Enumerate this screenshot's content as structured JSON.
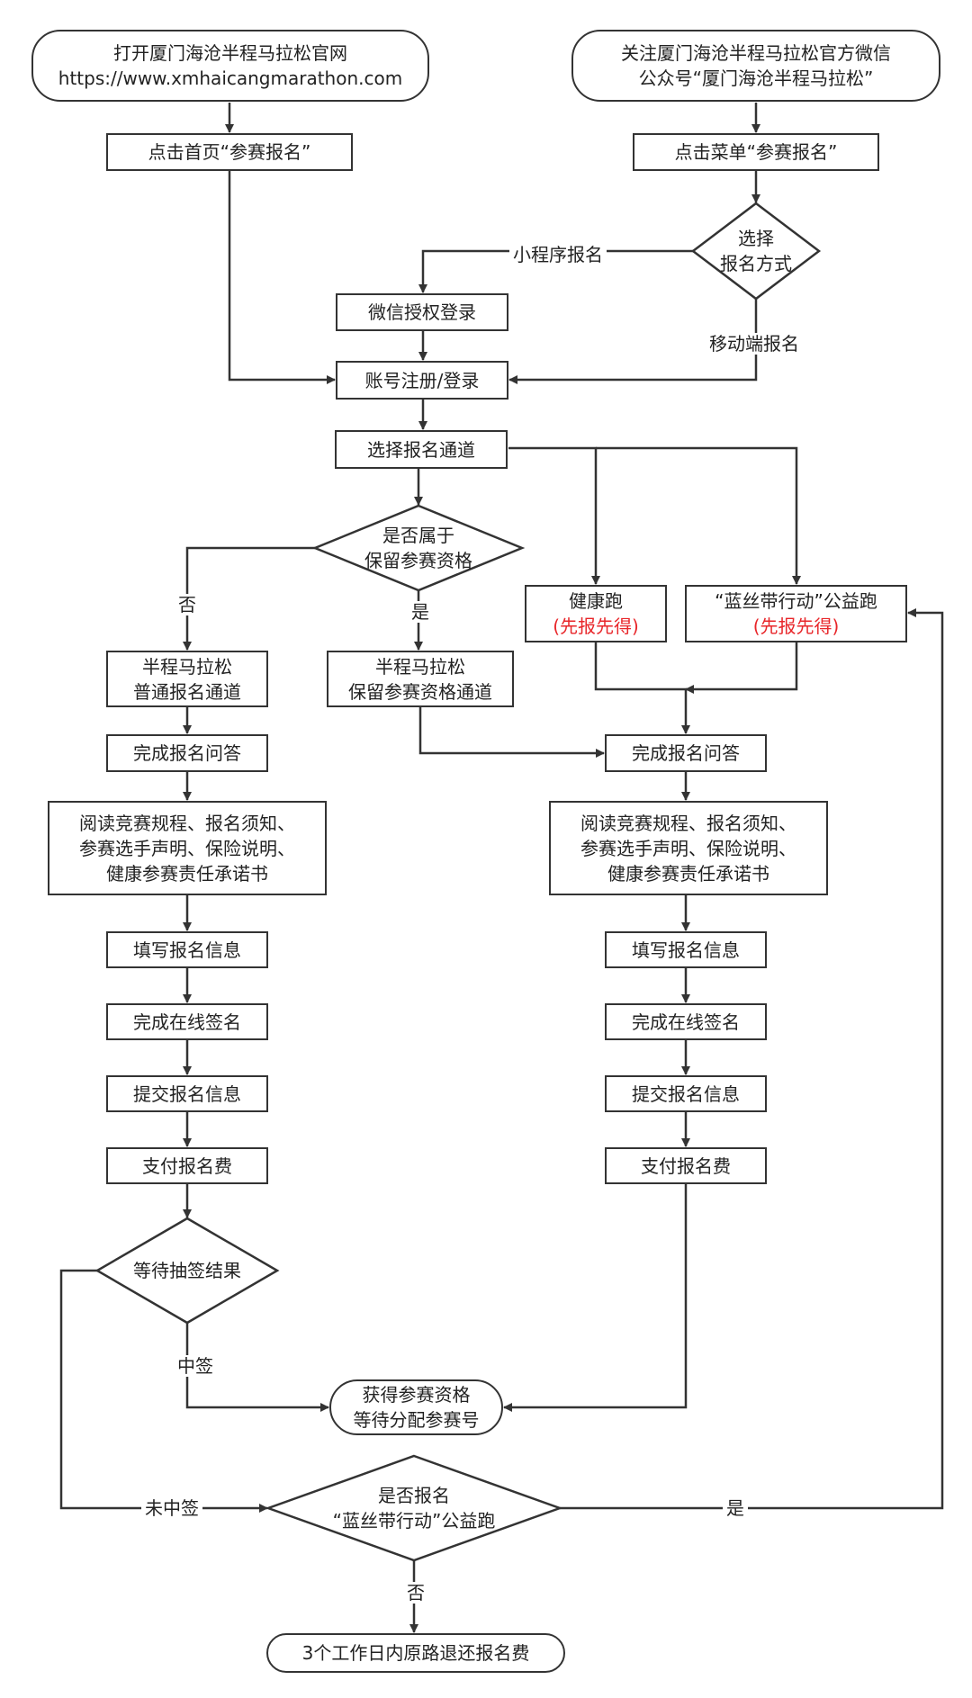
{
  "nodes": {
    "start_web": {
      "line1": "打开厦门海沧半程马拉松官网",
      "line2": "https://www.xmhaicangmarathon.com"
    },
    "start_wechat": {
      "line1": "关注厦门海沧半程马拉松官方微信",
      "line2": "公众号“厦门海沧半程马拉松”"
    },
    "click_home": "点击首页“参赛报名”",
    "click_menu": "点击菜单“参赛报名”",
    "choose_method": {
      "line1": "选择",
      "line2": "报名方式"
    },
    "wechat_login": "微信授权登录",
    "account_login": "账号注册/登录",
    "choose_channel": "选择报名通道",
    "retained_q": {
      "line1": "是否属于",
      "line2": "保留参赛资格"
    },
    "health_run": {
      "line1": "健康跑",
      "line2": "(先报先得)"
    },
    "ribbon_run": {
      "line1": "“蓝丝带行动”公益跑",
      "line2": "(先报先得)"
    },
    "normal_channel": {
      "line1": "半程马拉松",
      "line2": "普通报名通道"
    },
    "retained_channel": {
      "line1": "半程马拉松",
      "line2": "保留参赛资格通道"
    },
    "qa_left": "完成报名问答",
    "qa_right": "完成报名问答",
    "read_left": {
      "line1": "阅读竞赛规程、报名须知、",
      "line2": "参赛选手声明、保险说明、",
      "line3": "健康参赛责任承诺书"
    },
    "read_right": {
      "line1": "阅读竞赛规程、报名须知、",
      "line2": "参赛选手声明、保险说明、",
      "line3": "健康参赛责任承诺书"
    },
    "fill_left": "填写报名信息",
    "fill_right": "填写报名信息",
    "sign_left": "完成在线签名",
    "sign_right": "完成在线签名",
    "submit_left": "提交报名信息",
    "submit_right": "提交报名信息",
    "pay_left": "支付报名费",
    "pay_right": "支付报名费",
    "lottery": "等待抽签结果",
    "qualified": {
      "line1": "获得参赛资格",
      "line2": "等待分配参赛号"
    },
    "ribbon_q": {
      "line1": "是否报名",
      "line2": "“蓝丝带行动”公益跑"
    },
    "refund": "3个工作日内原路退还报名费"
  },
  "labels": {
    "mini_program": "小程序报名",
    "mobile": "移动端报名",
    "no": "否",
    "yes": "是",
    "won": "中签",
    "not_won": "未中签",
    "ribbon_yes": "是",
    "ribbon_no": "否"
  },
  "colors": {
    "stroke": "#333333",
    "text": "#222222",
    "highlight": "#e8262a",
    "background": "#ffffff"
  }
}
